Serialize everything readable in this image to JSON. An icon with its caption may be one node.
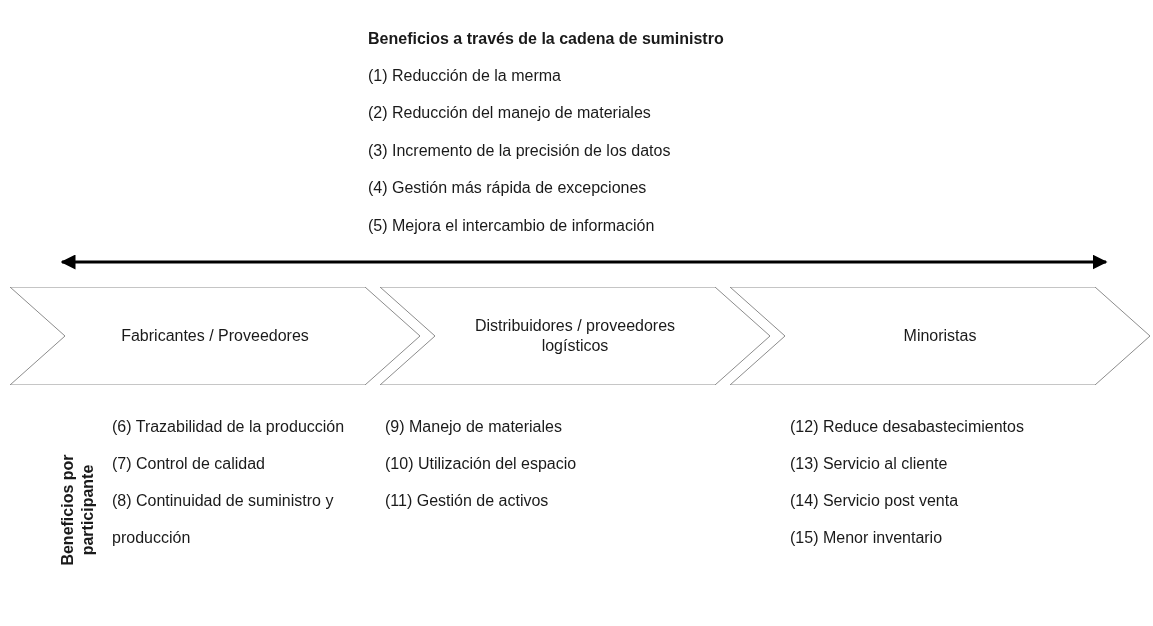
{
  "diagram": {
    "nodes": [
      {
        "text": [
          "Fabricantes / Proveedores"
        ],
        "beside": [
          "(6) Trazabilidad de la producción",
          "(7) Control de calidad",
          "(8) Continuidad de suministro y producción"
        ]
      },
      {
        "text": [
          "Distribuidores / proveedores logísticos"
        ],
        "beside": [
          "(9) Manejo de materiales",
          "(10) Utilización del espacio",
          "(11) Gestión de activos"
        ]
      },
      {
        "text": [
          "Minoristas"
        ],
        "beside": [
          "(12) Reduce desabastecimientos",
          "(13) Servicio al cliente",
          "(14) Servicio post venta",
          "(15) Menor inventario"
        ]
      }
    ],
    "edges": [
      {
        "from": 0,
        "to": 2,
        "arrow": "both"
      }
    ],
    "labels": [
      "Beneficios a través de la cadena de suministro",
      "(1) Reducción de la merma",
      "(2) Reducción del manejo de materiales",
      "(3) Incremento de la precisión de los datos",
      "(4) Gestión más rápida de excepciones",
      "(5) Mejora el intercambio de información",
      "Beneficios por participante"
    ]
  }
}
